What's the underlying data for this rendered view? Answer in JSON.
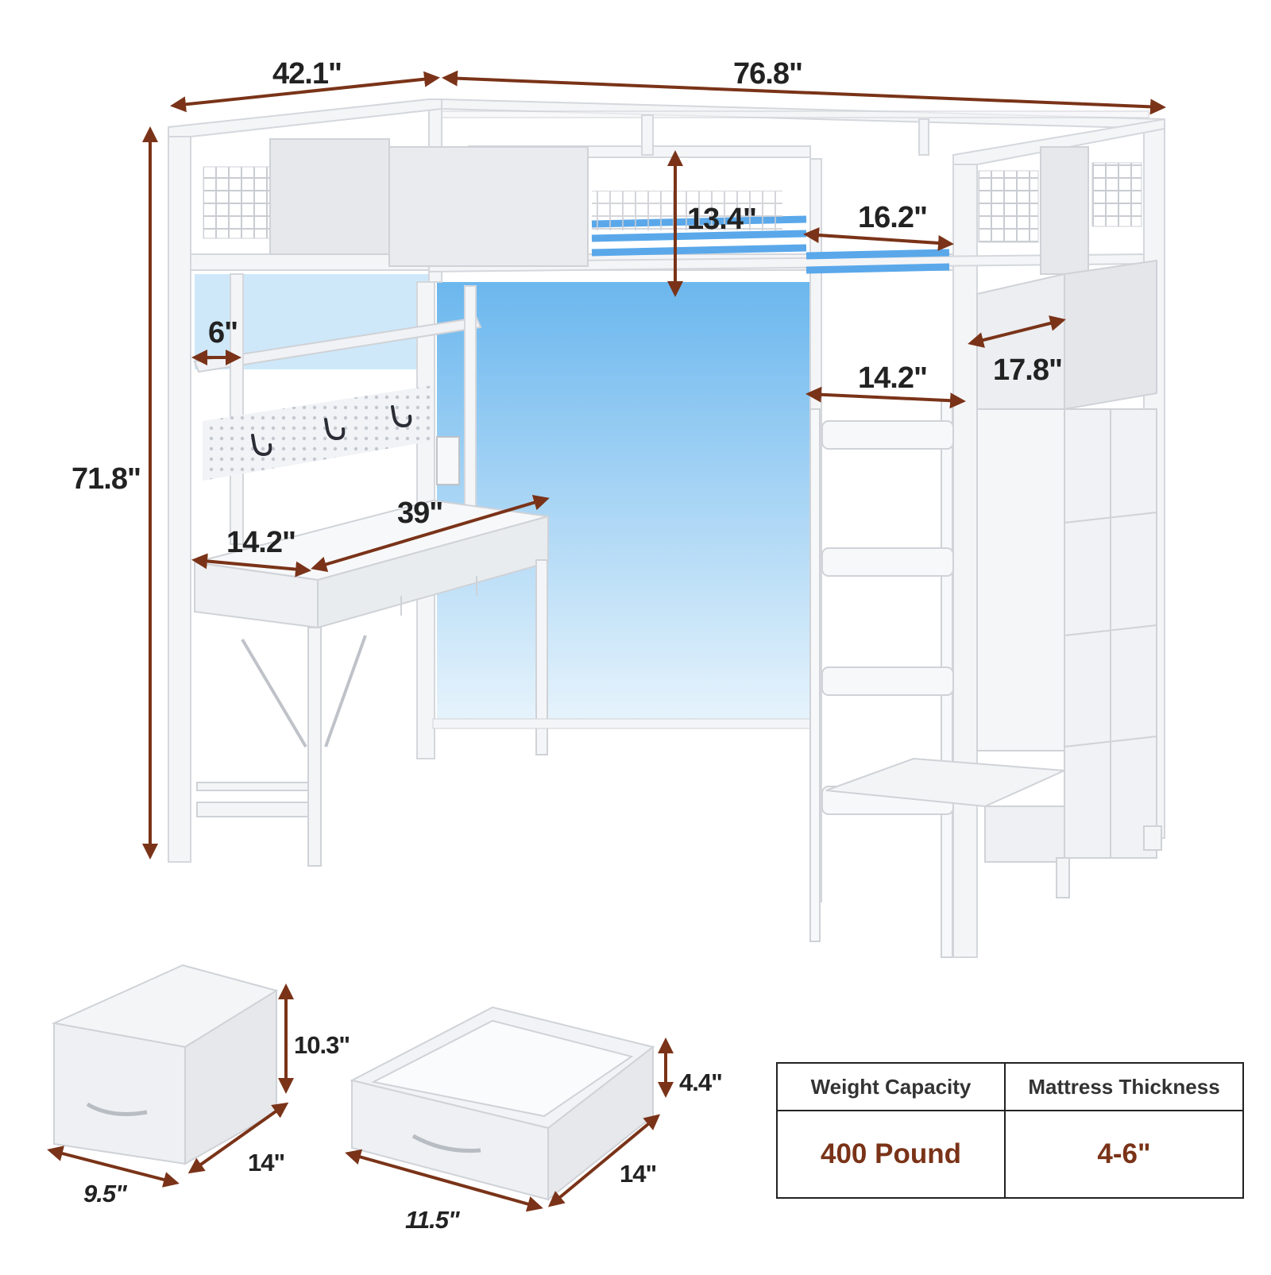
{
  "colors": {
    "dimension_arrow": "#7a3318",
    "value_text": "#7a3318",
    "frame": "#f4f5f7",
    "led_glow": "#8fcaf2"
  },
  "dimensions": {
    "width": "42.1\"",
    "length": "76.8\"",
    "height": "71.8\"",
    "guardrail_height": "13.4\"",
    "ladder_entry": "16.2\"",
    "shelf_depth": "6\"",
    "ladder_width": "14.2\"",
    "cabinet_depth": "17.8\"",
    "desk_length": "39\"",
    "desk_depth": "14.2\""
  },
  "drawers": {
    "tall": {
      "height": "10.3\"",
      "depth": "14\"",
      "width": "9.5\""
    },
    "flat": {
      "height": "4.4\"",
      "depth": "14\"",
      "width": "11.5\""
    }
  },
  "spec_table": {
    "headers": [
      "Weight Capacity",
      "Mattress Thickness"
    ],
    "values": [
      "400 Pound",
      "4-6\""
    ]
  }
}
